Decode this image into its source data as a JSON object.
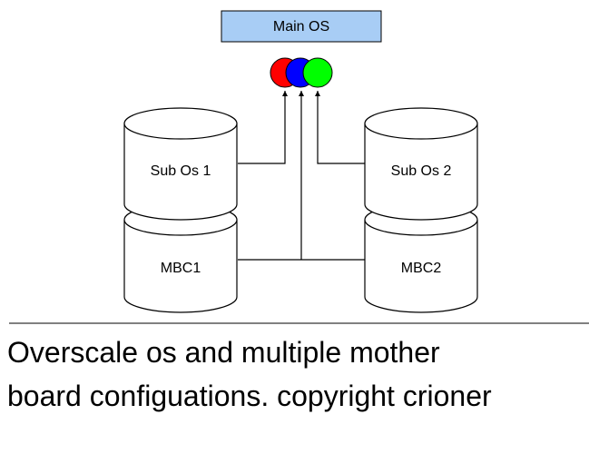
{
  "diagram": {
    "main_os": {
      "label": "Main OS",
      "fill": "#a8cdf5"
    },
    "indicator_colors": {
      "red": "#ff0000",
      "blue": "#0000ff",
      "green": "#00ff00"
    },
    "sub_os_1": {
      "label": "Sub Os 1"
    },
    "sub_os_2": {
      "label": "Sub Os 2"
    },
    "mbc_1": {
      "label": "MBC1"
    },
    "mbc_2": {
      "label": "MBC2"
    }
  },
  "caption": {
    "line1": "Overscale os and multiple mother",
    "line2": "board configuations. copyright crioner"
  }
}
